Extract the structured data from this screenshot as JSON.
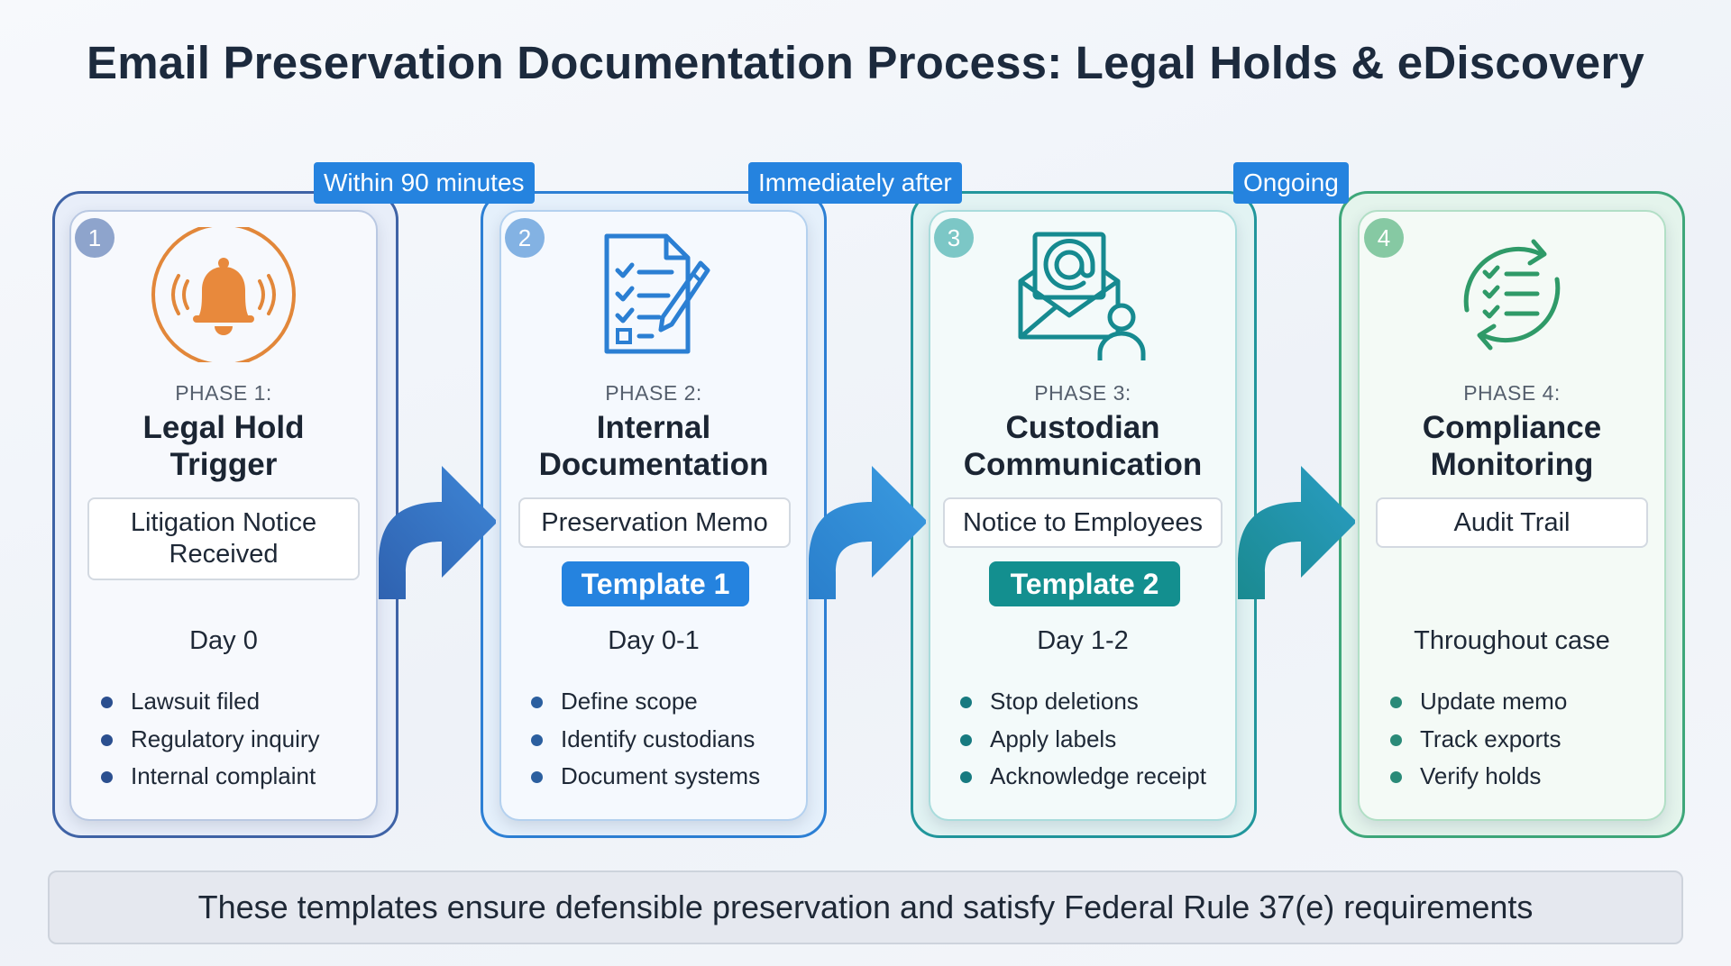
{
  "title": "Email Preservation Documentation Process: Legal Holds & eDiscovery",
  "timings": [
    {
      "label": "Within 90 minutes"
    },
    {
      "label": "Immediately after"
    },
    {
      "label": "Ongoing"
    }
  ],
  "phases": [
    {
      "number": "1",
      "label": "PHASE 1:",
      "name_line1": "Legal Hold",
      "name_line2": "Trigger",
      "document": "Litigation Notice Received",
      "template": "",
      "day": "Day 0",
      "icon": "bell-alert-icon",
      "color": "#3d6db5",
      "bullets": [
        "Lawsuit filed",
        "Regulatory inquiry",
        "Internal complaint"
      ]
    },
    {
      "number": "2",
      "label": "PHASE 2:",
      "name_line1": "Internal",
      "name_line2": "Documentation",
      "document": "Preservation Memo",
      "template": "Template 1",
      "day": "Day 0-1",
      "icon": "checklist-document-icon",
      "color": "#2f80d6",
      "bullets": [
        "Define scope",
        "Identify custodians",
        "Document systems"
      ]
    },
    {
      "number": "3",
      "label": "PHASE 3:",
      "name_line1": "Custodian",
      "name_line2": "Communication",
      "document": "Notice to Employees",
      "template": "Template 2",
      "day": "Day 1-2",
      "icon": "email-person-icon",
      "color": "#1a8f95",
      "bullets": [
        "Stop deletions",
        "Apply labels",
        "Acknowledge receipt"
      ]
    },
    {
      "number": "4",
      "label": "PHASE 4:",
      "name_line1": "Compliance",
      "name_line2": "Monitoring",
      "document": "Audit Trail",
      "template": "",
      "day": "Throughout case",
      "icon": "cycle-checklist-icon",
      "color": "#2e9a6a",
      "bullets": [
        "Update memo",
        "Track exports",
        "Verify holds"
      ]
    }
  ],
  "footer": "These templates ensure defensible preservation and satisfy Federal Rule 37(e) requirements",
  "colors": {
    "phase1": "#3d6db5",
    "phase2": "#2f80d6",
    "phase3": "#1a8f95",
    "phase4": "#2e9a6a",
    "bell_orange": "#e2873a",
    "template1": "#2583df",
    "template2": "#138f8f",
    "timing_badge": "#2583df"
  }
}
